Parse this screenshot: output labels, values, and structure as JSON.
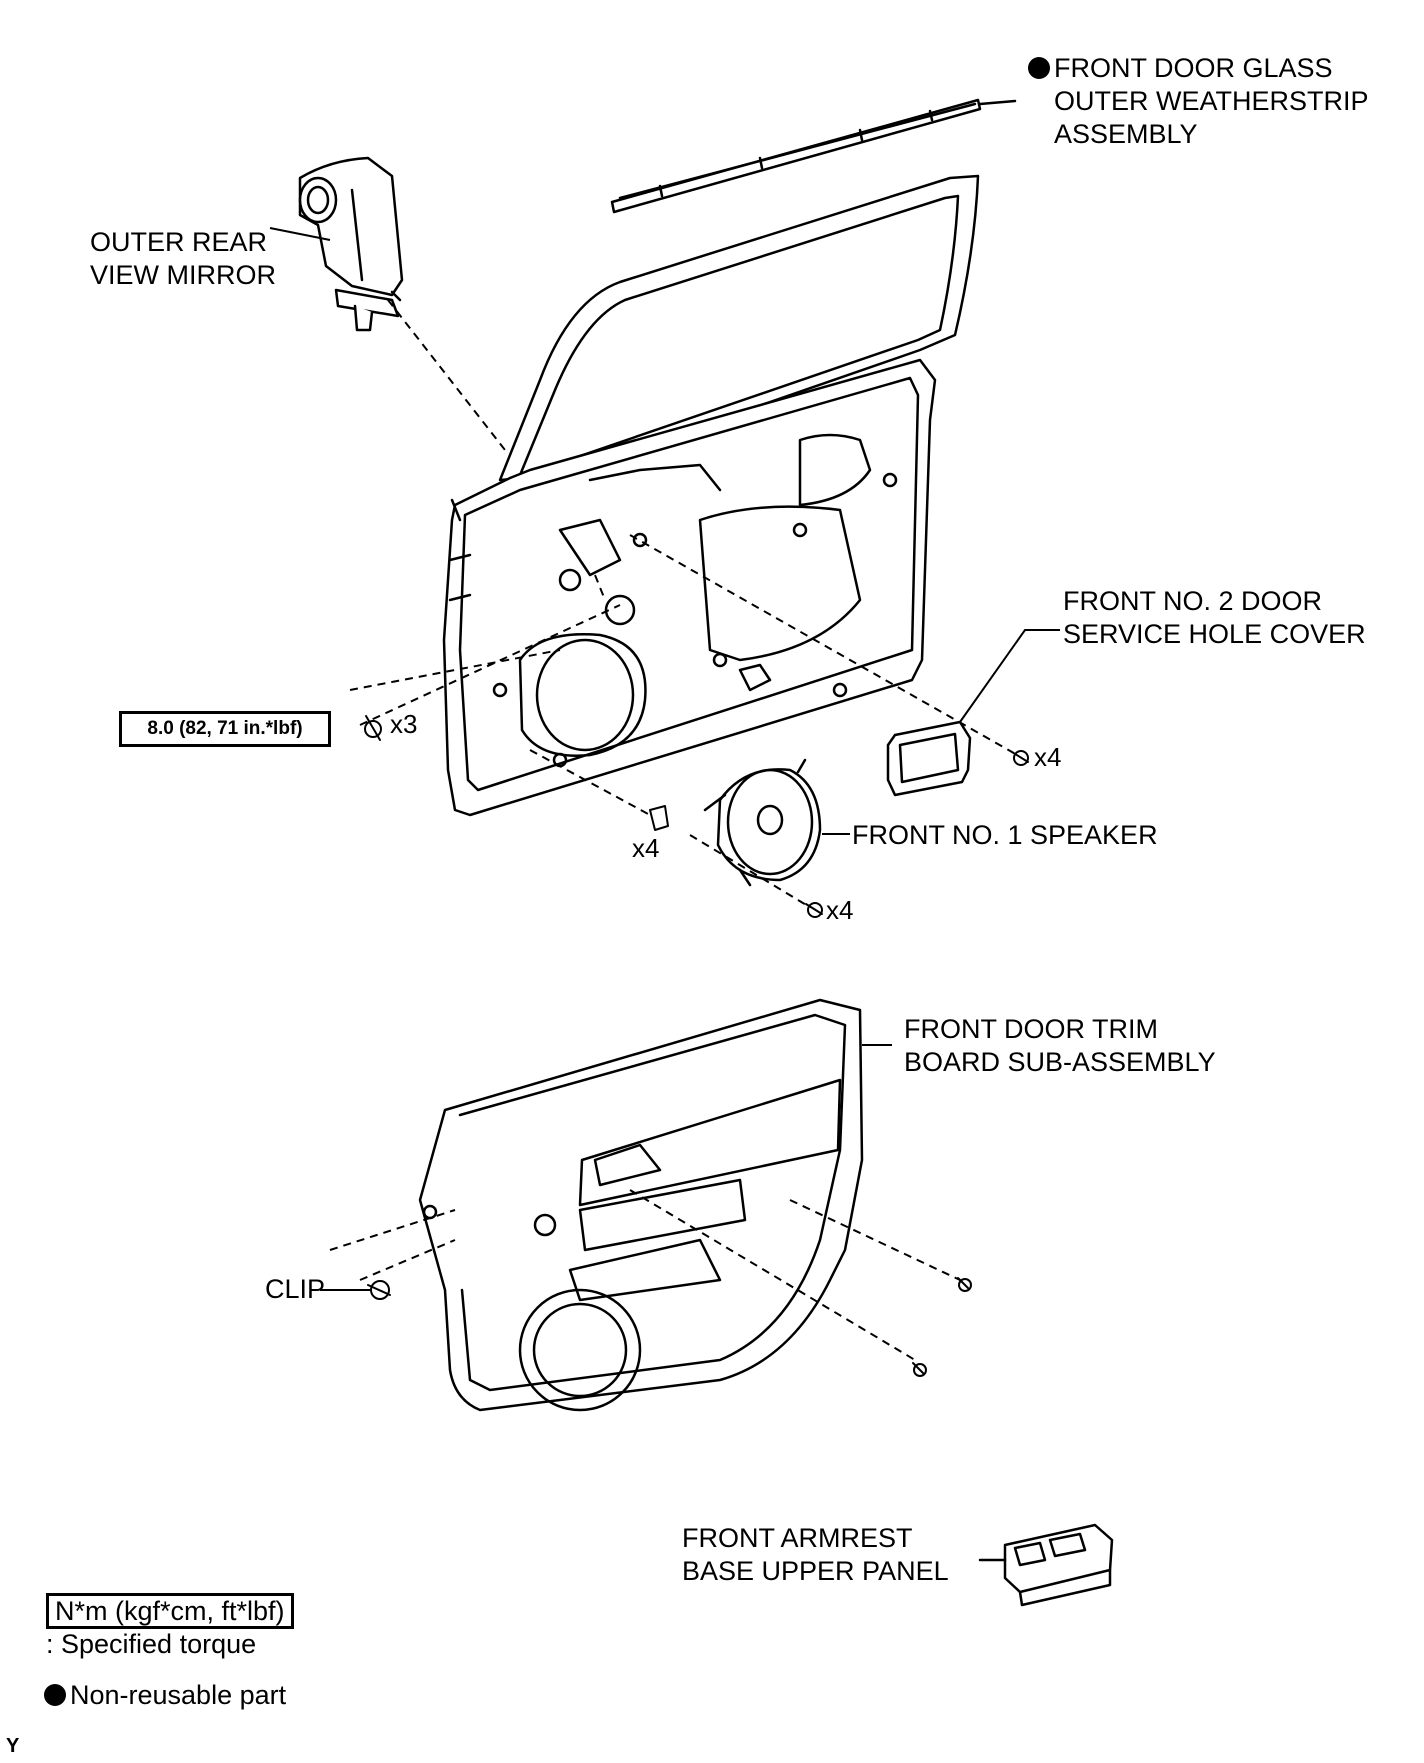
{
  "labels": {
    "weatherstrip": "FRONT DOOR GLASS\nOUTER WEATHERSTRIP\nASSEMBLY",
    "mirror": "OUTER REAR\nVIEW MIRROR",
    "service_hole_cover": "FRONT NO. 2 DOOR\nSERVICE HOLE COVER",
    "speaker": "FRONT NO. 1 SPEAKER",
    "trim_board": "FRONT DOOR TRIM\nBOARD SUB-ASSEMBLY",
    "clip": "CLIP",
    "armrest_panel": "FRONT ARMREST\nBASE UPPER PANEL"
  },
  "quantities": {
    "mirror_bolts": "x3",
    "cover_screws": "x4",
    "speaker_clips": "x4",
    "speaker_screws": "x4"
  },
  "torque": {
    "mirror_bolt": "8.0 (82, 71 in.*lbf)"
  },
  "legend": {
    "torque_unit": "N*m (kgf*cm, ft*lbf)",
    "torque_desc": ": Specified torque",
    "nonreusable_desc": "Non-reusable part"
  },
  "corner_mark": "Y",
  "colors": {
    "ink": "#000000",
    "background": "#ffffff"
  }
}
